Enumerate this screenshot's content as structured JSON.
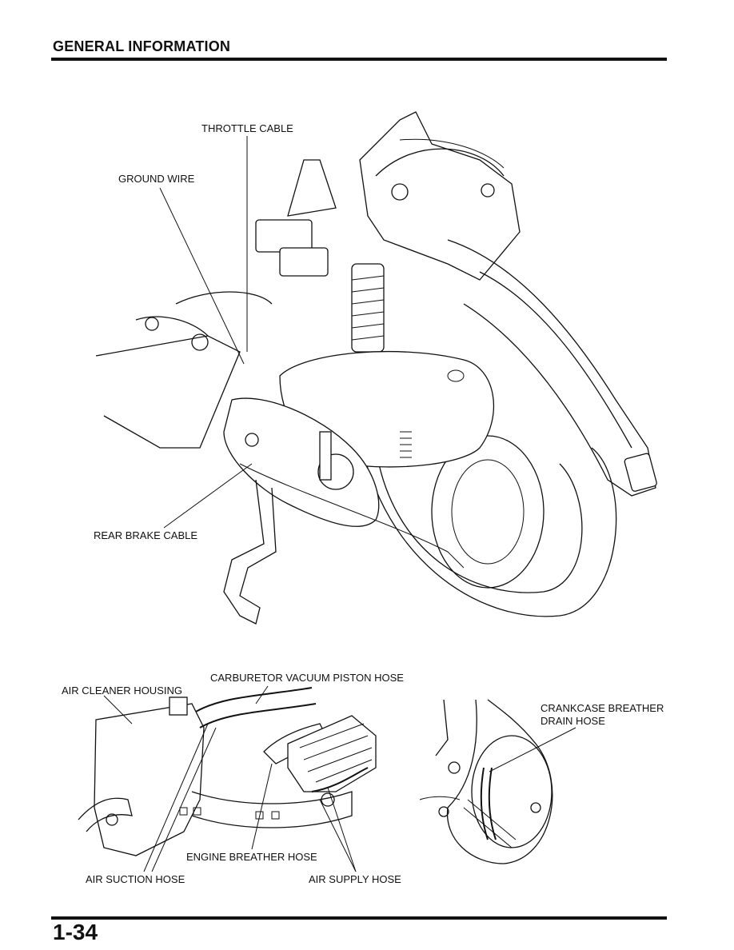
{
  "header": {
    "title": "GENERAL INFORMATION"
  },
  "footer": {
    "page_number": "1-34"
  },
  "main_figure": {
    "labels": {
      "throttle_cable": "THROTTLE CABLE",
      "ground_wire": "GROUND WIRE",
      "rear_brake_cable": "REAR BRAKE CABLE"
    }
  },
  "lower_left_figure": {
    "labels": {
      "carburetor_vacuum_piston_hose": "CARBURETOR VACUUM PISTON HOSE",
      "air_cleaner_housing": "AIR CLEANER HOUSING",
      "engine_breather_hose": "ENGINE BREATHER HOSE",
      "air_suction_hose": "AIR SUCTION HOSE",
      "air_supply_hose": "AIR SUPPLY HOSE"
    }
  },
  "lower_right_figure": {
    "labels": {
      "crankcase_breather_line1": "CRANKCASE BREATHER",
      "crankcase_breather_line2": "DRAIN HOSE"
    }
  }
}
